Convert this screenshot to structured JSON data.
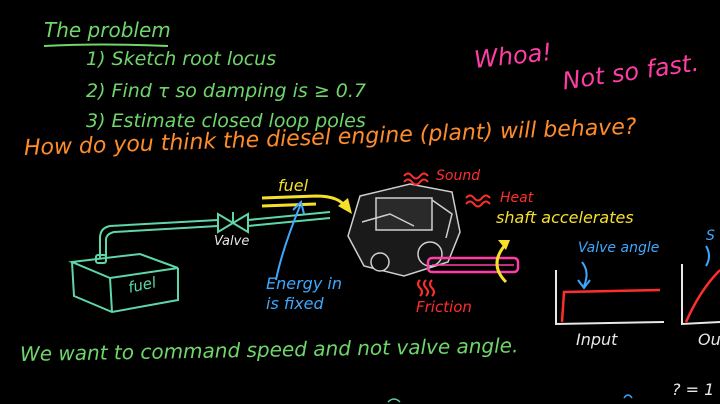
{
  "problem": {
    "title": "The problem",
    "steps": [
      "1) Sketch root locus",
      "2) Find τ so damping is ≥ 0.7",
      "3) Estimate closed loop poles"
    ]
  },
  "aside": {
    "line1": "Whoa!",
    "line2": "Not so fast."
  },
  "question": "How do you think the diesel engine (plant) will behave?",
  "labels": {
    "fuel_top": "fuel",
    "valve": "Valve",
    "fuel_tank": "fuel",
    "energy_line1": "Energy in",
    "energy_line2": "is fixed",
    "sound": "Sound",
    "heat": "Heat",
    "shaft": "shaft accelerates",
    "friction": "Friction",
    "valve_angle": "Valve angle",
    "input_plot": "Input",
    "output_plot_partial": "Ou",
    "output_top_partial": "S"
  },
  "bottom_text": "We want to command speed and not valve angle.",
  "bottom_partial": "? = 1",
  "colors": {
    "background": "#000000",
    "green": "#6fd66a",
    "orange": "#ff8c2b",
    "magenta": "#ff3ea5",
    "yellow": "#f5e12a",
    "blue": "#3ea8ff",
    "red": "#ff2e2e",
    "white": "#e8e8e8",
    "teal": "#5fd6a8"
  }
}
